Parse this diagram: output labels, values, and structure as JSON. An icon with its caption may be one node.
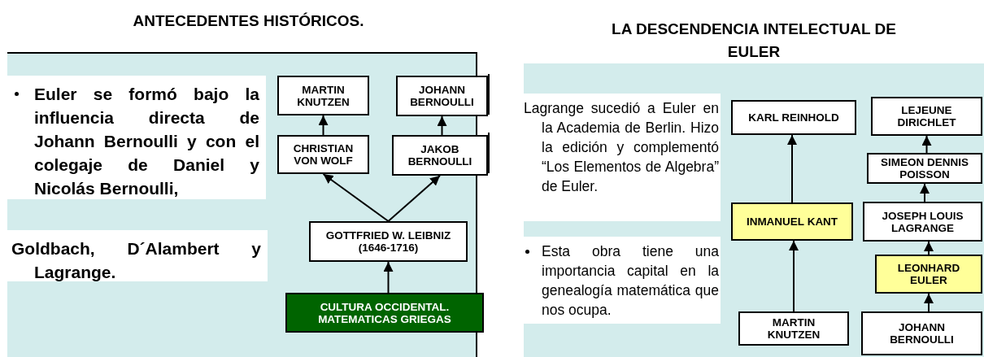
{
  "diagram": {
    "nodes": [
      {
        "text": [
          "ANTECEDENTES HISTÓRICOS."
        ]
      },
      {
        "text": [
          "Euler se formó bajo la influencia directa de Johann Bernoulli y con el colegaje de Daniel y Nicolás Bernoulli,"
        ],
        "in": 0
      },
      {
        "text": [
          "Goldbach, D´Alambert y Lagrange."
        ],
        "in": 0
      },
      {
        "text": [
          "MARTIN KNUTZEN"
        ],
        "in": 0
      },
      {
        "text": [
          "JOHANN BERNOULLI"
        ],
        "in": 0
      },
      {
        "text": [
          "CHRISTIAN VON WOLF"
        ],
        "in": 0
      },
      {
        "text": [
          "JAKOB BERNOULLI"
        ],
        "in": 0
      },
      {
        "text": [
          "GOTTFRIED W. LEIBNIZ (1646-1716)"
        ],
        "in": 0
      },
      {
        "text": [
          "CULTURA OCCIDENTAL. MATEMATICAS GRIEGAS"
        ],
        "in": 0
      },
      {
        "text": [
          "LA DESCENDENCIA INTELECTUAL DE EULER"
        ]
      },
      {
        "text": [
          "Lagrange sucedió a Euler en la Academia de Berlin. Hizo la edición y complementó “Los Elementos de Algebra” de Euler."
        ],
        "in": 9
      },
      {
        "text": [
          "Esta obra tiene una importancia capital en la genealogía matemática que nos ocupa."
        ],
        "in": 9
      },
      {
        "text": [
          "KARL REINHOLD"
        ],
        "in": 9
      },
      {
        "text": [
          "LEJEUNE DIRICHLET"
        ],
        "in": 9
      },
      {
        "text": [
          "SIMEON DENNIS POISSON"
        ],
        "in": 9
      },
      {
        "text": [
          "INMANUEL KANT"
        ],
        "in": 9
      },
      {
        "text": [
          "JOSEPH LOUIS LAGRANGE"
        ],
        "in": 9
      },
      {
        "text": [
          "LEONHARD EULER"
        ],
        "in": 9
      },
      {
        "text": [
          "MARTIN KNUTZEN"
        ],
        "in": 9
      },
      {
        "text": [
          "JOHANN BERNOULLI"
        ],
        "in": 9
      }
    ],
    "edges": [
      {
        "from": 5,
        "to": 3,
        "arrow": "to"
      },
      {
        "from": 6,
        "to": 4,
        "arrow": "to"
      },
      {
        "from": 7,
        "to": 5,
        "arrow": "to"
      },
      {
        "from": 7,
        "to": 6,
        "arrow": "to"
      },
      {
        "from": 8,
        "to": 7,
        "arrow": "to"
      },
      {
        "from": 15,
        "to": 12,
        "arrow": "to"
      },
      {
        "from": 18,
        "to": 15,
        "arrow": "to"
      },
      {
        "from": 14,
        "to": 13,
        "arrow": "to"
      },
      {
        "from": 16,
        "to": 14,
        "arrow": "to"
      },
      {
        "from": 17,
        "to": 16,
        "arrow": "to"
      },
      {
        "from": 19,
        "to": 17,
        "arrow": "to"
      }
    ]
  }
}
